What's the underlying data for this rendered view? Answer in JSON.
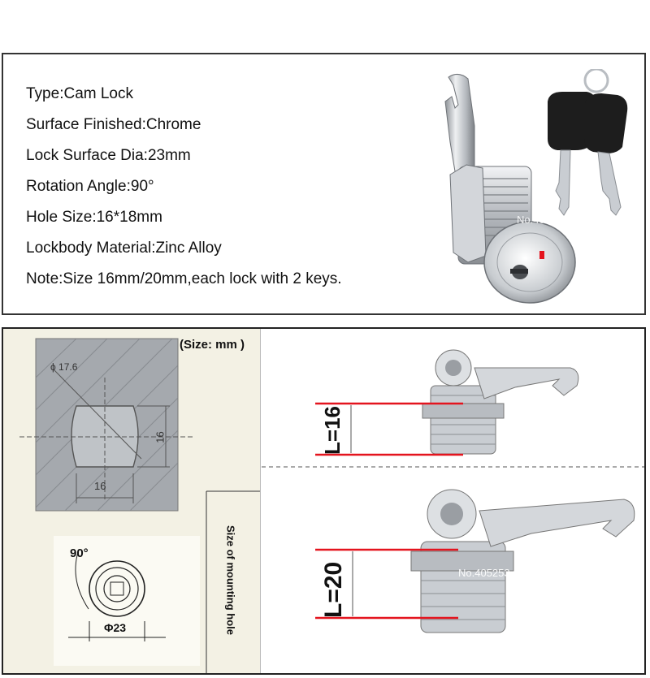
{
  "specs": [
    "Type:Cam Lock",
    "Surface Finished:Chrome",
    "Lock Surface Dia:23mm",
    "Rotation Angle:90°",
    "Hole Size:16*18mm",
    "Lockbody Material:Zinc Alloy",
    "Note:Size 16mm/20mm,each lock with 2 keys."
  ],
  "drawing": {
    "size_unit": "(Size: mm )",
    "diameter_label": "ϕ 17.6",
    "hole_height": "16",
    "hole_width": "16",
    "angle_label": "90°",
    "face_diameter": "Φ23",
    "mounting_caption": "Size of mounting hole"
  },
  "lengths": {
    "short": "L=16",
    "long": "L=20"
  },
  "watermark": "No.405253",
  "colors": {
    "dimension_red": "#e4141e",
    "chrome": "#c9cdd2",
    "key_black": "#1d1d1d"
  }
}
